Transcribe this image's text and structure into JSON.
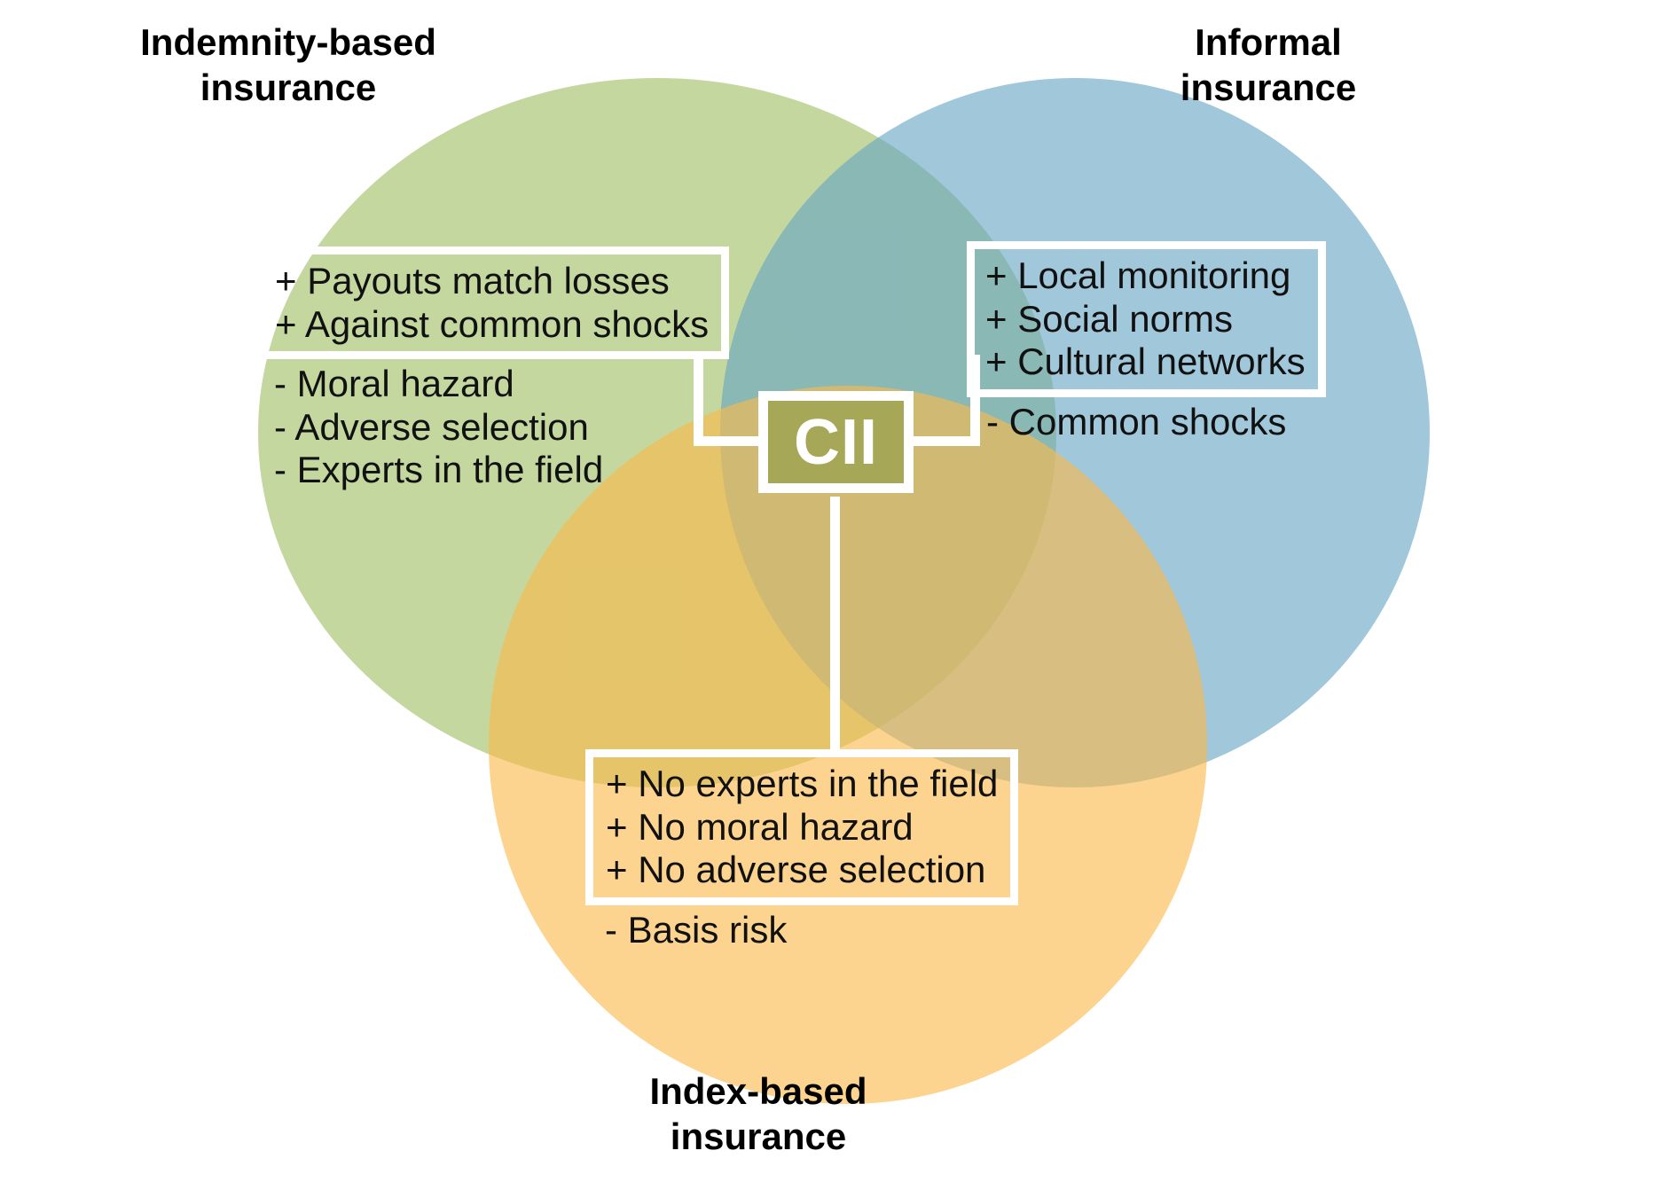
{
  "diagram": {
    "type": "venn",
    "center_label": "CII",
    "titles": {
      "indemnity": "Indemnity-based\ninsurance",
      "informal": "Informal\ninsurance",
      "index": "Index-based\ninsurance"
    },
    "colors": {
      "green_circle": "#c5d8a4",
      "blue_circle": "#a5cbdd",
      "orange_circle": "#fbdb9b",
      "cii_badge": "#a7a758",
      "border": "#ffffff",
      "text": "#111111"
    },
    "sets": [
      {
        "key": "indemnity",
        "title": "Indemnity-based insurance",
        "pros": [
          "+ Payouts match losses",
          "+ Against common shocks"
        ],
        "cons": [
          "- Moral hazard",
          "- Adverse selection",
          "- Experts in the field"
        ]
      },
      {
        "key": "informal",
        "title": "Informal insurance",
        "pros": [
          "+ Local monitoring",
          "+ Social norms",
          "+ Cultural networks"
        ],
        "cons": [
          "- Common shocks"
        ]
      },
      {
        "key": "index",
        "title": "Index-based insurance",
        "pros": [
          "+ No experts in the field",
          "+ No moral hazard",
          "+ No adverse selection"
        ],
        "cons": [
          "- Basis risk"
        ]
      }
    ]
  }
}
